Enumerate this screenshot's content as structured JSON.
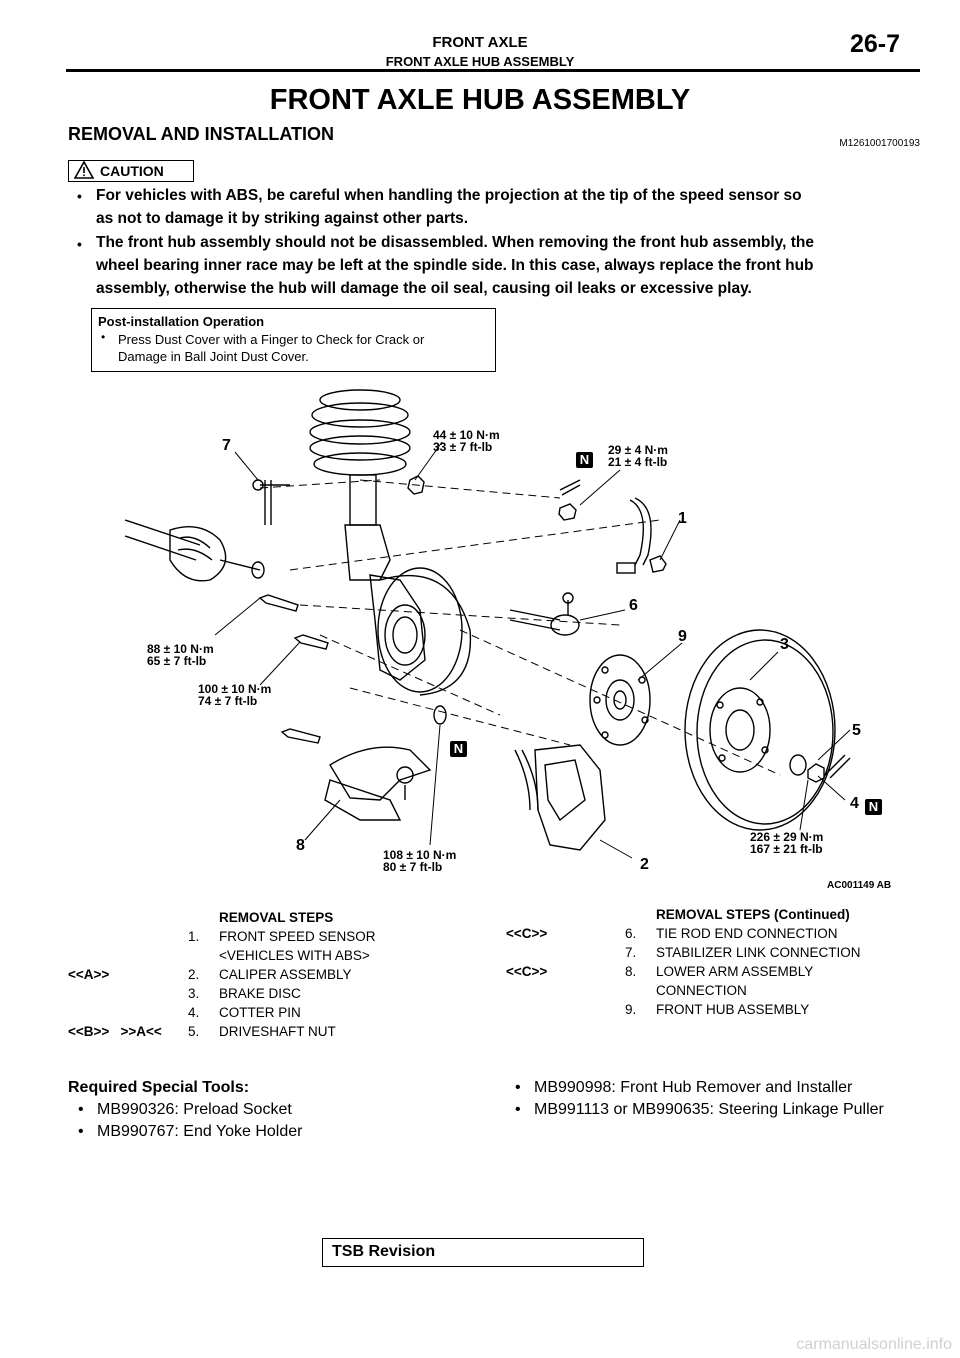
{
  "header": {
    "section": "FRONT AXLE",
    "subject": "FRONT AXLE HUB ASSEMBLY",
    "page": "26-7"
  },
  "title": "FRONT AXLE HUB ASSEMBLY",
  "subtitle": "REMOVAL AND INSTALLATION",
  "doc_id": "M1261001700193",
  "caution": {
    "label": "CAUTION",
    "items": [
      "For vehicles with ABS, be careful when handling the projection at the tip of the speed sensor so",
      "as not to damage it by striking against other parts.",
      "The front hub assembly should not be disassembled. When removing the front hub assembly, the",
      "wheel bearing inner race may be left at the spindle side. In this case, always replace the front hub",
      "assembly, otherwise the hub will damage the oil seal, causing oil leaks or excessive play."
    ]
  },
  "post_installation": {
    "title": "Post-installation Operation",
    "items": [
      "Press Dust Cover with a Finger to Check for Crack or",
      "Damage in Ball Joint Dust Cover."
    ]
  },
  "diagram": {
    "callouts": [
      "1",
      "2",
      "3",
      "4",
      "5",
      "6",
      "7",
      "8",
      "9"
    ],
    "torques": {
      "t1": [
        "44 ± 10 N·m",
        "33 ± 7 ft-lb"
      ],
      "t2": [
        "29 ± 4 N·m",
        "21 ± 4 ft-lb"
      ],
      "t3": [
        "88 ± 10 N·m",
        "65 ± 7 ft-lb"
      ],
      "t4": [
        "100 ± 10 N·m",
        "74 ± 7 ft-lb"
      ],
      "t5": [
        "108 ± 10 N·m",
        "80 ± 7 ft-lb"
      ],
      "t6": [
        "226 ± 29 N·m",
        "167 ± 21 ft-lb"
      ]
    },
    "badge": "N",
    "figure_id": "AC001149 AB"
  },
  "removal_steps": {
    "heading": "REMOVAL STEPS",
    "heading_cont": "REMOVAL STEPS  (Continued)",
    "left": [
      {
        "ref": "",
        "num": "1.",
        "text": "FRONT SPEED SENSOR"
      },
      {
        "ref": "",
        "num": "",
        "text": "<VEHICLES WITH ABS>"
      },
      {
        "ref": "<<A>>",
        "num": "2.",
        "text": "CALIPER ASSEMBLY"
      },
      {
        "ref": "",
        "num": "3.",
        "text": "BRAKE DISC"
      },
      {
        "ref": "",
        "num": "4.",
        "text": "COTTER PIN"
      },
      {
        "ref": "<<B>>   >>A<<",
        "num": "5.",
        "text": "DRIVESHAFT NUT"
      }
    ],
    "right": [
      {
        "ref": "<<C>>",
        "num": "6.",
        "text": "TIE ROD END CONNECTION"
      },
      {
        "ref": "",
        "num": "7.",
        "text": "STABILIZER LINK CONNECTION"
      },
      {
        "ref": "<<C>>",
        "num": "8.",
        "text": "LOWER ARM ASSEMBLY"
      },
      {
        "ref": "",
        "num": "",
        "text": "CONNECTION"
      },
      {
        "ref": "",
        "num": "9.",
        "text": "FRONT HUB ASSEMBLY"
      }
    ]
  },
  "special_tools": {
    "heading": "Required Special Tools:",
    "left": [
      "MB990326: Preload Socket",
      "MB990767: End Yoke Holder"
    ],
    "right": [
      "MB990998: Front Hub Remover and Installer",
      "MB991113 or MB990635: Steering Linkage Puller"
    ]
  },
  "footer": {
    "tsb": "TSB Revision"
  },
  "watermark": "carmanualsonline.info"
}
